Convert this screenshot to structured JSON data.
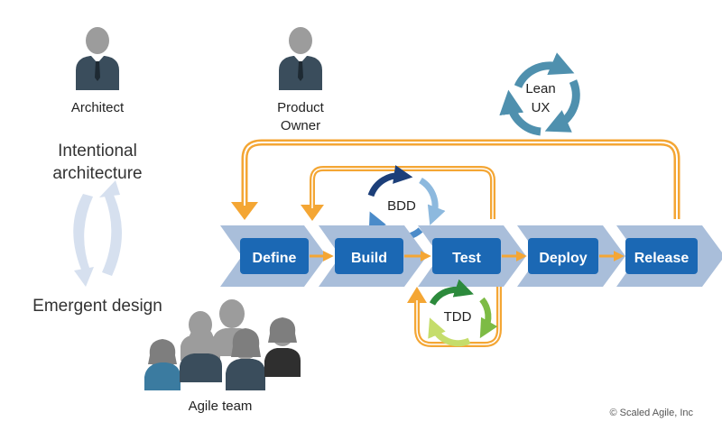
{
  "roles": {
    "architect": "Architect",
    "product_owner_line1": "Product",
    "product_owner_line2": "Owner"
  },
  "architecture": {
    "intentional_line1": "Intentional",
    "intentional_line2": "architecture",
    "emergent": "Emergent design"
  },
  "team": {
    "label": "Agile team"
  },
  "pipeline": {
    "stages": [
      "Define",
      "Build",
      "Test",
      "Deploy",
      "Release"
    ]
  },
  "cycles": {
    "lean_ux_line1": "Lean",
    "lean_ux_line2": "UX",
    "bdd": "BDD",
    "tdd": "TDD"
  },
  "copyright": "© Scaled Agile, Inc",
  "colors": {
    "orange": "#F4A634",
    "chevron": "#A9BEDA",
    "stage_box": "#1B68B4",
    "person": "#3A4D5C",
    "person_gray": "#9C9C9C",
    "teal": "#3B7BA0",
    "lean_ux": "#4F90AE",
    "bdd_dark": "#1C3F79",
    "bdd_light": "#8DB9DE",
    "tdd_dark": "#2C8A3C",
    "tdd_light": "#C5DD6B",
    "arch_arrow": "#D6E0EF"
  }
}
